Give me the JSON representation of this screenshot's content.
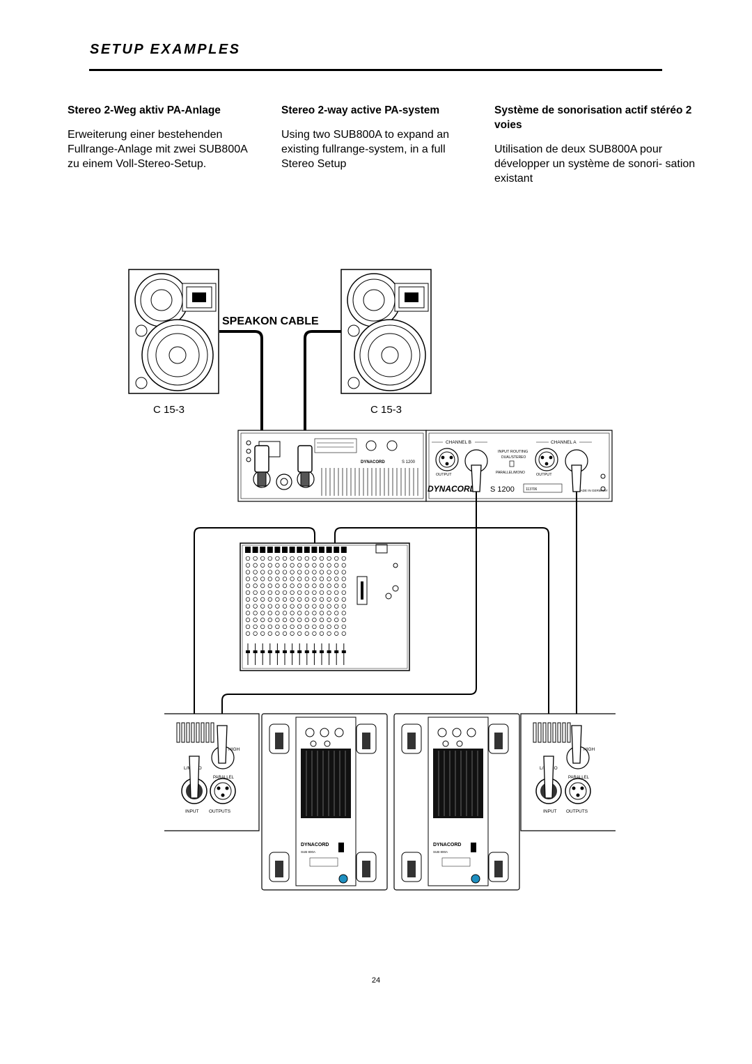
{
  "header": {
    "title": "SETUP EXAMPLES"
  },
  "columns": [
    {
      "heading": "Stereo 2-Weg aktiv PA-Anlage",
      "body": "Erweiterung einer bestehenden Fullrange-Anlage mit zwei SUB800A zu einem Voll-Stereo-Setup."
    },
    {
      "heading": "Stereo 2-way active PA-system",
      "body": "Using two SUB800A to expand an existing fullrange-system, in a full Stereo Setup"
    },
    {
      "heading": "Système de sonorisation actif stéréo 2 voies",
      "body": "Utilisation de deux SUB800A pour développer un système de sonori- sation existant"
    }
  ],
  "diagram": {
    "cable_label": "SPEAKON CABLE",
    "speaker_left_label": "C 15-3",
    "speaker_right_label": "C 15-3",
    "amp_brand": "DYNACORD",
    "amp_model": "S 1200",
    "amp_brand_small": "DYNACORD",
    "amp_model_small": "S 1200",
    "channel_b": "CHANNEL B",
    "channel_a": "CHANNEL A",
    "input_routing": "INPUT ROUTING",
    "dual_stereo": "DUAL/STEREO",
    "parallel_mono": "PARALLEL/MONO",
    "output_b": "OUTPUT",
    "output_a": "OUTPUT",
    "serial": "113706",
    "made_in": "MADE IN GERMANY",
    "panel_left": {
      "mono_label": "L/MONO",
      "high_label": "HIGH",
      "parallel_label": "PARALLEL",
      "input_label": "INPUT",
      "outputs_label": "OUTPUTS"
    },
    "panel_right": {
      "mono_label": "L/MONO",
      "high_label": "HIGH",
      "parallel_label": "PARALLEL",
      "input_label": "INPUT",
      "outputs_label": "OUTPUTS"
    },
    "sub_brand_1": "DYNACORD",
    "sub_brand_2": "DYNACORD",
    "sub_model_1": "SUB 800A",
    "sub_model_2": "SUB 800A"
  },
  "footer": {
    "page_number": "24"
  }
}
